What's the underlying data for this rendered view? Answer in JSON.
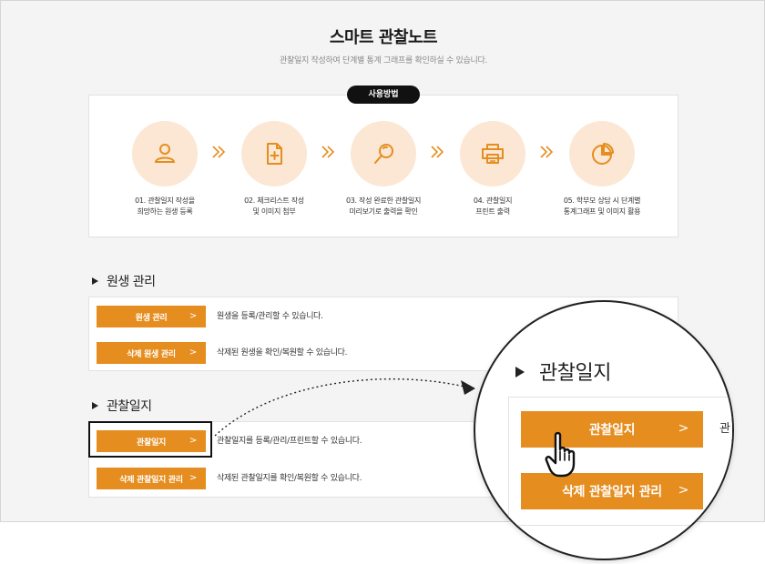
{
  "header": {
    "title": "스마트 관찰노트",
    "subtitle": "관찰일지 작성하여 단계별 통계 그래프를 확인하실 수 있습니다."
  },
  "usage": {
    "pill": "사용방법",
    "steps": [
      {
        "icon": "person-icon",
        "label": "01. 관찰일지 작성을\n희망하는 원생 등록"
      },
      {
        "icon": "document-plus-icon",
        "label": "02. 체크리스트 작성\n및 이미지 첨부"
      },
      {
        "icon": "magnifier-icon",
        "label": "03. 작성 완료한 관찰일지\n미리보기로 출력을 확인"
      },
      {
        "icon": "printer-icon",
        "label": "04. 관찰일지\n프린트 출력"
      },
      {
        "icon": "pie-chart-icon",
        "label": "05. 학부모 상담 시 단계별\n통계그래프 및 이미지 활용"
      }
    ]
  },
  "student_section": {
    "title": "원생 관리",
    "rows": [
      {
        "button": "원생 관리",
        "desc": "원생을 등록/관리할 수 있습니다."
      },
      {
        "button": "삭제 원생 관리",
        "desc": "삭제된 원생을 확인/복원할 수 있습니다."
      }
    ]
  },
  "journal_section": {
    "title": "관찰일지",
    "rows": [
      {
        "button": "관찰일지",
        "desc": "관찰일지를 등록/관리/프린트할 수 있습니다."
      },
      {
        "button": "삭제 관찰일지 관리",
        "desc": "삭제된 관찰일지를 확인/복원할 수 있습니다."
      }
    ]
  },
  "zoom": {
    "title": "관찰일지",
    "button_primary": "관찰일지",
    "button_secondary": "삭제 관찰일지 관리",
    "cut_text": "관"
  },
  "arrow_glyph": ">",
  "colors": {
    "accent": "#e58d1f",
    "circle": "#fbe7d3",
    "icon": "#e58d1f"
  }
}
